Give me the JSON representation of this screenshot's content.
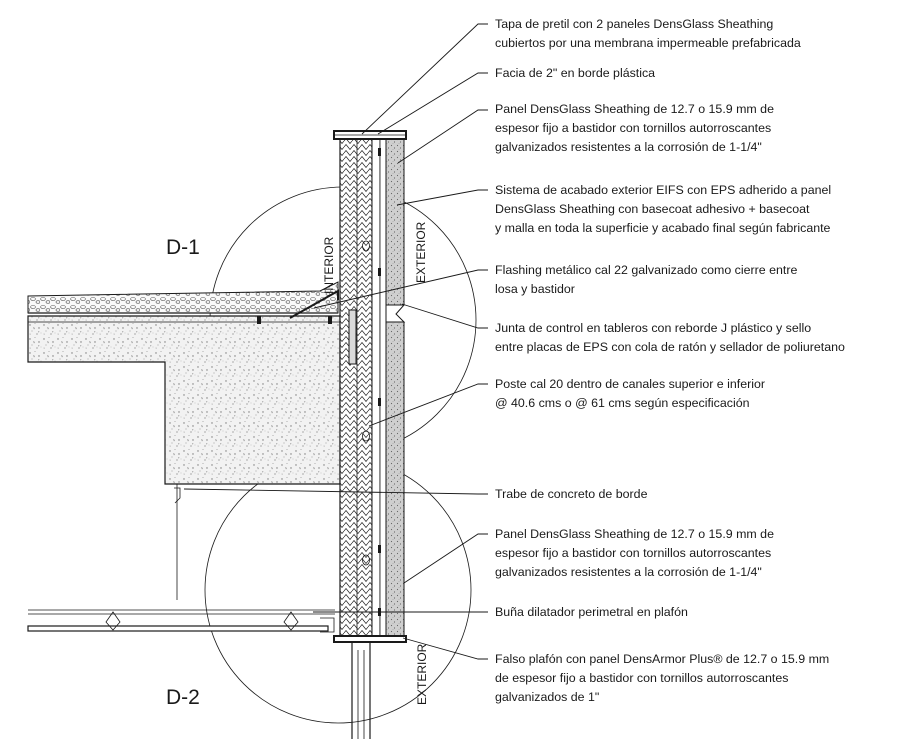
{
  "details": {
    "d1": "D-1",
    "d2": "D-2"
  },
  "side_labels": {
    "interior": "INTERIOR",
    "exterior_top": "EXTERIOR",
    "exterior_bottom": "EXTERIOR"
  },
  "callouts": [
    {
      "id": "parapet-cap",
      "lines": [
        "Tapa de pretil con 2 paneles DensGlass Sheathing",
        "cubiertos por una membrana impermeable prefabricada"
      ]
    },
    {
      "id": "fascia",
      "lines": [
        "Facia de 2\" en borde plástica"
      ]
    },
    {
      "id": "sheathing-top",
      "lines": [
        "Panel DensGlass Sheathing de 12.7 o 15.9 mm de",
        "espesor fijo a bastidor con tornillos autorroscantes",
        "galvanizados resistentes a la corrosión de 1-1/4\""
      ]
    },
    {
      "id": "eifs",
      "lines": [
        "Sistema de acabado exterior EIFS con EPS adherido a panel",
        "DensGlass Sheathing con basecoat adhesivo + basecoat",
        "y malla en toda la superficie y acabado final según fabricante"
      ]
    },
    {
      "id": "flashing",
      "lines": [
        "Flashing metálico cal 22 galvanizado como cierre entre",
        "losa y bastidor"
      ]
    },
    {
      "id": "control-joint",
      "lines": [
        "Junta de control en tableros con reborde J plástico y sello",
        "entre placas de EPS con cola de ratón y sellador de poliuretano"
      ]
    },
    {
      "id": "stud",
      "lines": [
        "Poste cal 20 dentro de canales superior e inferior",
        "@ 40.6 cms o @ 61 cms según especificación"
      ]
    },
    {
      "id": "edge-beam",
      "lines": [
        "Trabe de concreto de borde"
      ]
    },
    {
      "id": "sheathing-bottom",
      "lines": [
        "Panel DensGlass Sheathing de 12.7 o 15.9 mm de",
        "espesor fijo a bastidor con tornillos autorroscantes",
        "galvanizados resistentes a la corrosión de 1-1/4\""
      ]
    },
    {
      "id": "reveal",
      "lines": [
        "Buña dilatador perimetral en plafón"
      ]
    },
    {
      "id": "ceiling",
      "lines": [
        "Falso plafón con panel DensArmor Plus® de 12.7 o 15.9 mm",
        "de espesor fijo a bastidor con tornillos autorroscantes",
        "galvanizados de 1\""
      ]
    }
  ]
}
